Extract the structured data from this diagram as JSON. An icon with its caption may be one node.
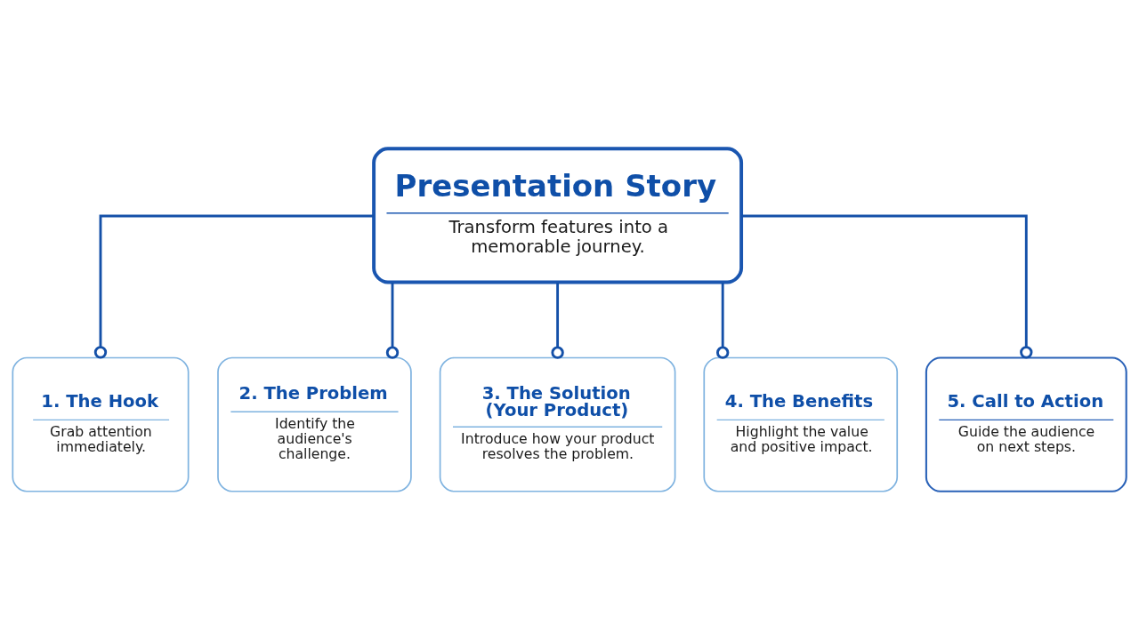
{
  "diagram": {
    "nodes": [
      {
        "text": [
          "Presentation Story",
          "Transform features into a memorable journey."
        ]
      },
      {
        "text": [
          "1. The Hook",
          "Grab attention immediately."
        ]
      },
      {
        "text": [
          "2. The Problem",
          "Identify the audience's challenge."
        ]
      },
      {
        "text": [
          "3. The Solution (Your Product)",
          "Introduce how your product resolves the problem."
        ]
      },
      {
        "text": [
          "4. The Benefits",
          "Highlight the value and positive impact."
        ]
      },
      {
        "text": [
          "5. Call to Action",
          "Guide the audience on next steps."
        ]
      }
    ],
    "edges": [
      {
        "from": 0,
        "to": 1,
        "arrow": "other"
      },
      {
        "from": 0,
        "to": 2,
        "arrow": "other"
      },
      {
        "from": 0,
        "to": 3,
        "arrow": "other"
      },
      {
        "from": 0,
        "to": 4,
        "arrow": "other"
      },
      {
        "from": 0,
        "to": 5,
        "arrow": "other"
      }
    ]
  }
}
